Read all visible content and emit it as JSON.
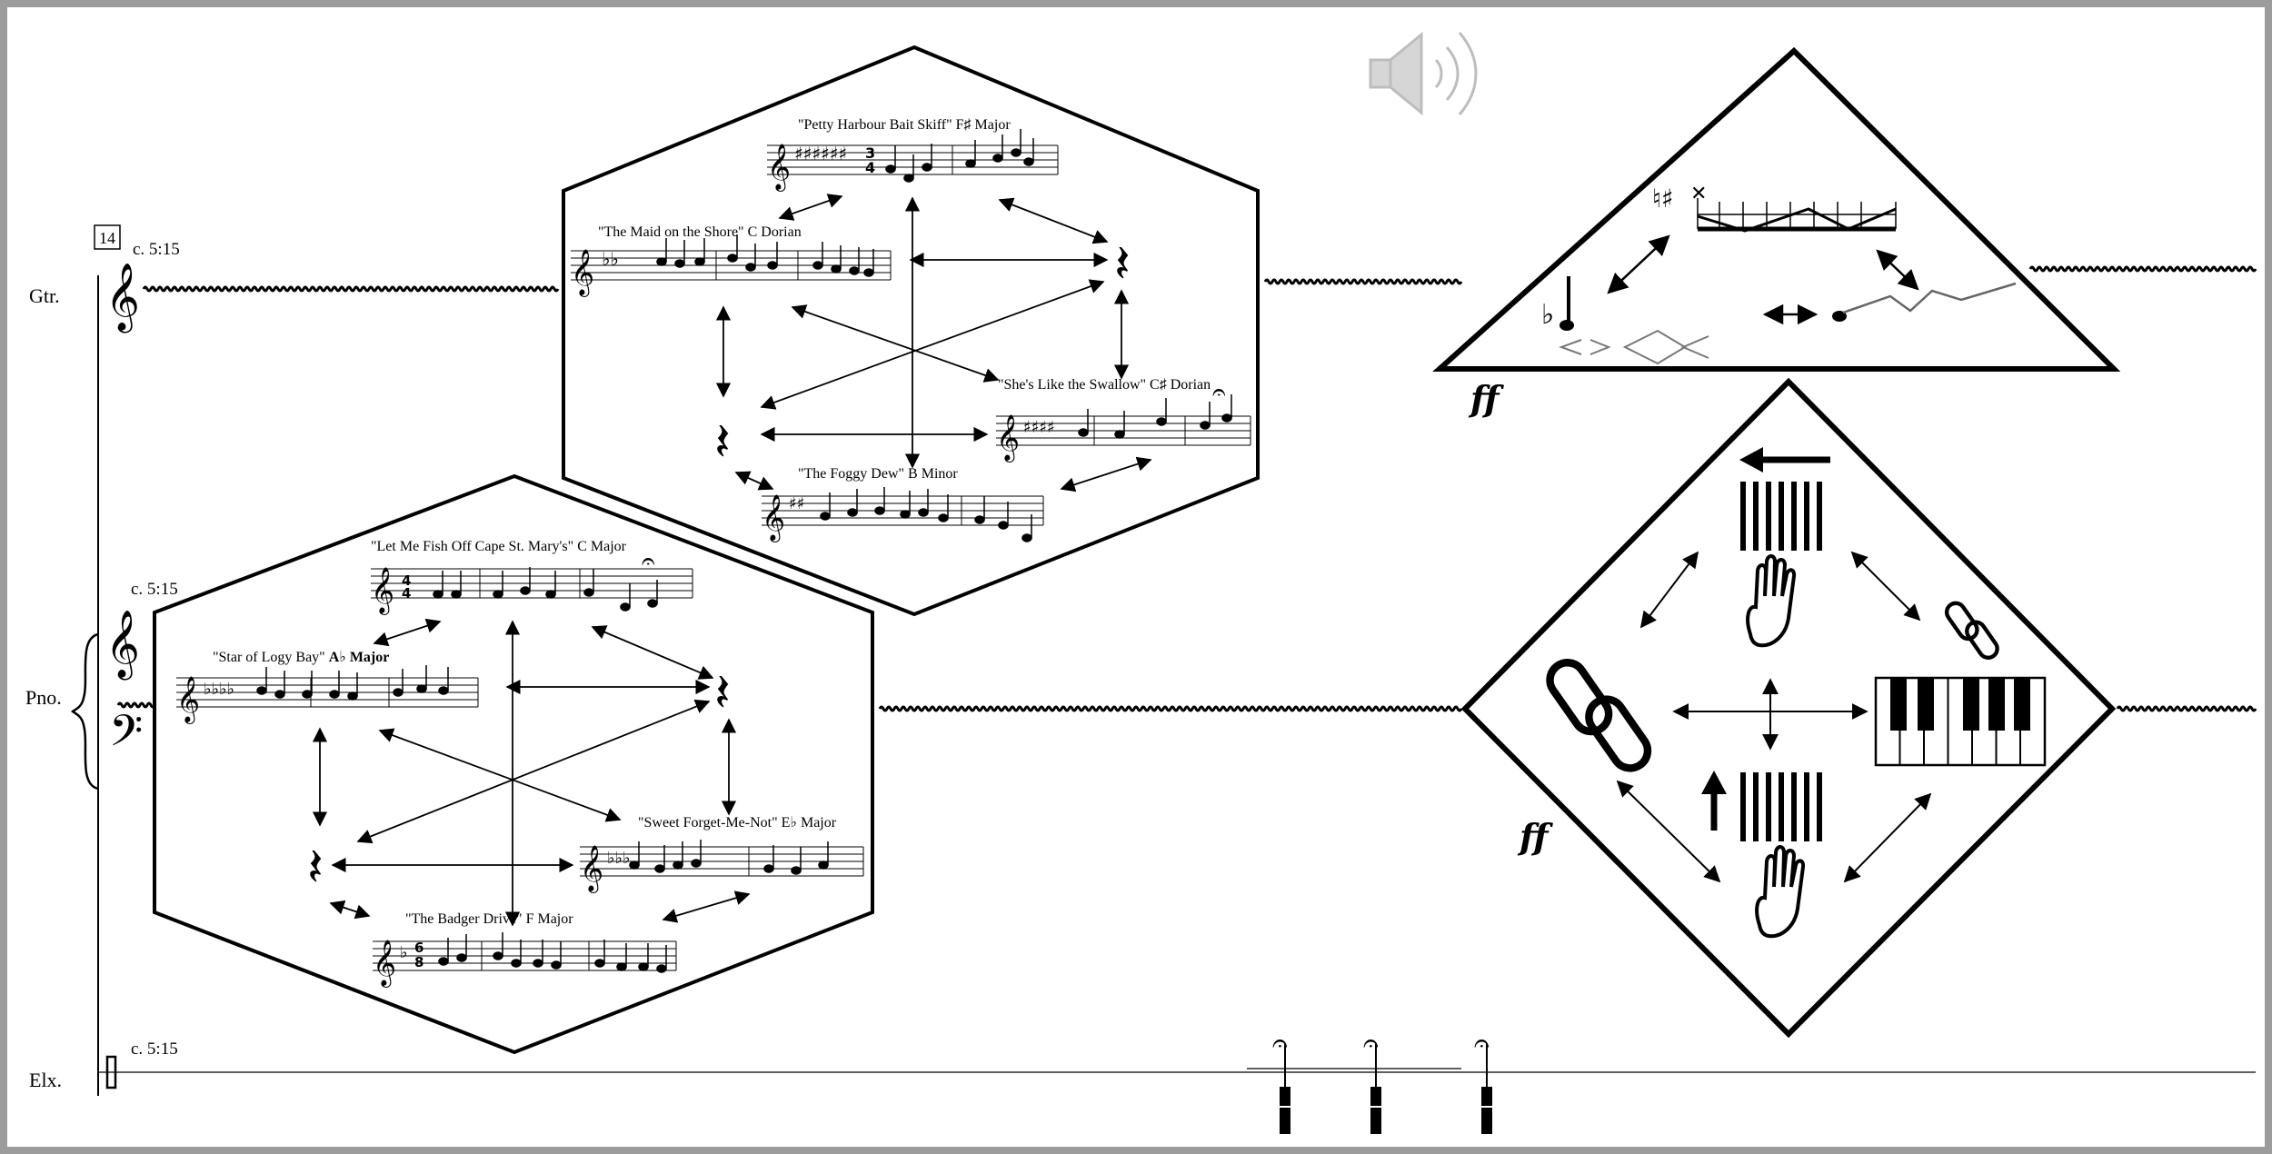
{
  "rehearsal_mark": "14",
  "staves": {
    "guitar": {
      "label": "Gtr.",
      "cue": "c. 5:15"
    },
    "piano": {
      "label": "Pno.",
      "cue": "c. 5:15"
    },
    "electronics": {
      "label": "Elx.",
      "cue": "c. 5:15"
    }
  },
  "upper_hexagon": {
    "tunes": [
      {
        "name": "\"Petty Harbour Bait Skiff\"",
        "mode": "F♯ Major"
      },
      {
        "name": "\"The Maid on the Shore\"",
        "mode": "C Dorian"
      },
      {
        "name": "\"She's Like the Swallow\"",
        "mode": "C♯ Dorian"
      },
      {
        "name": "\"The Foggy Dew\"",
        "mode": "B Minor"
      }
    ]
  },
  "lower_hexagon": {
    "tunes": [
      {
        "name": "\"Let Me Fish Off Cape St. Mary's\"",
        "mode": "C Major"
      },
      {
        "name": "\"Star of Logy Bay\"",
        "mode": "A♭ Major"
      },
      {
        "name": "\"Sweet Forget-Me-Not\"",
        "mode": "E♭ Major"
      },
      {
        "name": "\"The Badger Drive\"",
        "mode": "F Major"
      }
    ]
  },
  "triangle_box": {
    "dynamic": "ff"
  },
  "diamond_box": {
    "dynamic": "ff"
  },
  "icons": [
    "speaker-icon",
    "hand-icon",
    "chain-link-icon",
    "piano-keyboard-icon",
    "fermata-icon"
  ]
}
